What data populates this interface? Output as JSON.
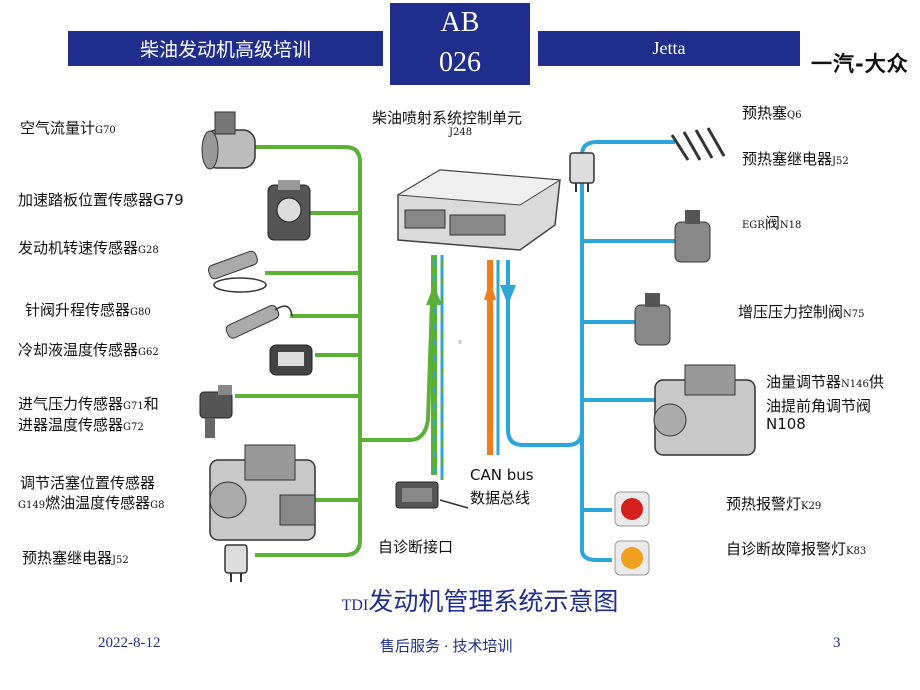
{
  "header": {
    "left_title": "柴油发动机高级培训",
    "code_line1": "AB",
    "code_line2": "026",
    "right_title": "Jetta",
    "brand_text": "一汽-大众"
  },
  "ecu": {
    "title": "柴油喷射系统控制单元",
    "code": "J248"
  },
  "bus": {
    "label_en": "CAN bus",
    "label_cn": "数据总线"
  },
  "left_items": [
    {
      "name": "空气流量计",
      "code": "G70"
    },
    {
      "name": "加速踏板位置传感器",
      "code": "G79"
    },
    {
      "name": "发动机转速传感器",
      "code": "G28"
    },
    {
      "name": "针阀升程传感器",
      "code": "G80"
    },
    {
      "name": "冷却液温度传感器",
      "code": "G62"
    },
    {
      "name": "进气压力传感器",
      "code": "G71",
      "suffix": "和"
    },
    {
      "name": "进器温度传感器",
      "code": "G72"
    },
    {
      "name": "调节活塞位置传感器",
      "code": ""
    },
    {
      "name": "燃油温度传感器",
      "code": "G149",
      "code2": "G8"
    },
    {
      "name": "预热塞继电器",
      "code": "J52"
    }
  ],
  "right_items": [
    {
      "name": "预热塞",
      "code": "Q6"
    },
    {
      "name": "预热塞继电器",
      "code": "J52"
    },
    {
      "name": "阀",
      "code": "EGR",
      "code2": "N18"
    },
    {
      "name": "增压压力控制阀",
      "code": "N75"
    },
    {
      "name": "油量调节器",
      "code": "N146",
      "suffix": "供"
    },
    {
      "name": "油提前角调节阀",
      "code": ""
    },
    {
      "name": "",
      "code": "N108"
    },
    {
      "name": "预热报警灯",
      "code": "K29"
    },
    {
      "name": "自诊断故障报警灯",
      "code": "K83"
    }
  ],
  "diag_port": "自诊断接口",
  "caption": {
    "prefix": "TDI",
    "text": "发动机管理系统示意图"
  },
  "footer": {
    "date": "2022-8-12",
    "center": "售后服务 · 技术培训",
    "page": "3"
  },
  "colors": {
    "header_blue": "#1f2d8c",
    "left_line": "#5bb135",
    "right_line": "#2aa6d9",
    "bus_orange": "#f07d1a",
    "caption_blue": "#1f2d8c"
  }
}
